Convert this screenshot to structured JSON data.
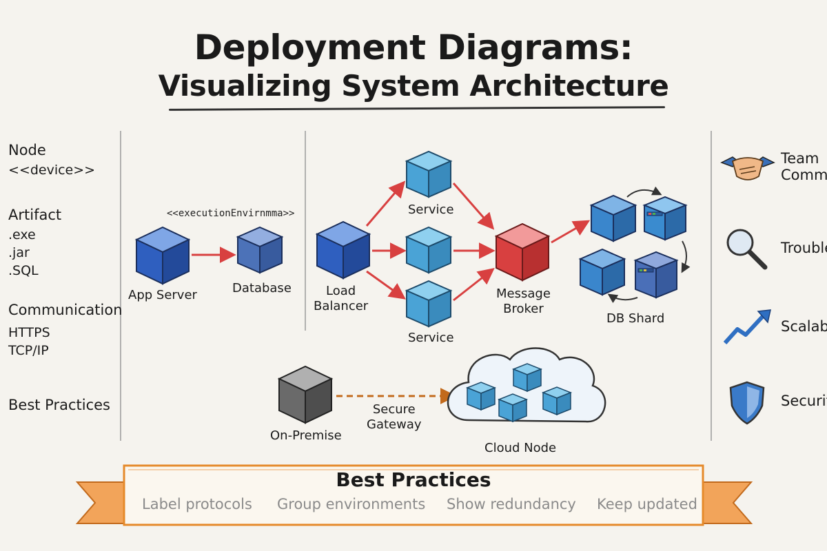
{
  "title": {
    "line1": "Deployment Diagrams:",
    "line2": "Visualizing System Architecture"
  },
  "legend": {
    "node": "Node",
    "node_sub": "<<device>>",
    "artifact": "Artifact",
    "artifact_items": [
      ".exe",
      ".jar",
      ".SQL"
    ],
    "communication": "Communication",
    "communication_items": [
      "HTTPS",
      "TCP/IP"
    ],
    "best_practices": "Best Practices"
  },
  "diagram": {
    "execution_env": "<<executionEnvirnmma>>",
    "app_server": "App Server",
    "database": "Database",
    "load_balancer": "Load\nBalancer",
    "service_top": "Service",
    "service_bottom": "Service",
    "message_broker": "Message\nBroker",
    "db_shard": "DB Shard",
    "on_premise": "On-Premise",
    "secure_gateway": "Secure\nGateway",
    "cloud_node": "Cloud Node"
  },
  "sidebar": {
    "items": [
      {
        "icon": "handshake-icon",
        "label": "Team\nCommu"
      },
      {
        "icon": "magnifier-icon",
        "label": "Trouble"
      },
      {
        "icon": "trend-arrow-icon",
        "label": "Scalab"
      },
      {
        "icon": "shield-icon",
        "label": "Securit"
      }
    ]
  },
  "banner": {
    "title": "Best Practices",
    "items": [
      "Label protocols",
      "Group environments",
      "Show redundancy",
      "Keep updated"
    ]
  },
  "colors": {
    "blue": "#3a74c9",
    "teal": "#4aa3d6",
    "red": "#d84040",
    "gray": "#6a6a6a",
    "orange": "#e58a2b",
    "banner_bg": "#fbf7ef"
  }
}
